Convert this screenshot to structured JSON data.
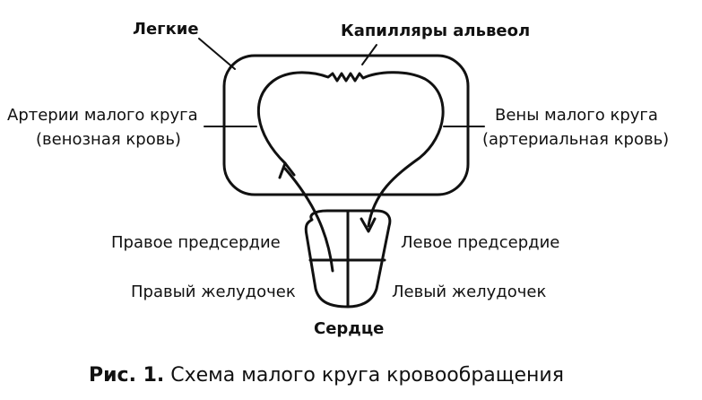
{
  "labels": {
    "lungs": "Легкие",
    "alveoli_capillaries": "Капилляры альвеол",
    "arteries_line1": "Артерии малого круга",
    "arteries_line2": "(венозная кровь)",
    "veins_line1": "Вены малого круга",
    "veins_line2": "(артериальная кровь)",
    "right_atrium": "Правое предсердие",
    "left_atrium": "Левое предсердие",
    "right_ventricle": "Правый желудочек",
    "left_ventricle": "Левый желудочек",
    "heart": "Сердце"
  },
  "caption": {
    "prefix": "Рис. 1.",
    "text": " Схема малого круга кровообращения"
  }
}
